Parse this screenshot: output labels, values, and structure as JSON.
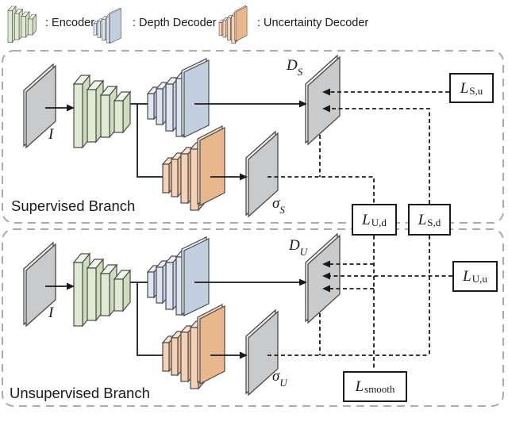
{
  "legend": {
    "items": [
      {
        "icon": "encoder-stack-icon",
        "label": ": Encoder"
      },
      {
        "icon": "depth-decoder-stack-icon",
        "label": ": Depth Decoder"
      },
      {
        "icon": "uncertainty-decoder-stack-icon",
        "label": ": Uncertainty Decoder"
      }
    ]
  },
  "branches": {
    "supervised": {
      "label": "Supervised Branch"
    },
    "unsupervised": {
      "label": "Unsupervised Branch"
    }
  },
  "nodes": {
    "input_supervised": {
      "main": "I",
      "sub": ""
    },
    "input_unsupervised": {
      "main": "I",
      "sub": ""
    },
    "depth_supervised": {
      "main": "D",
      "sub": "S"
    },
    "sigma_supervised": {
      "main": "σ",
      "sub": "S"
    },
    "depth_unsupervised": {
      "main": "D",
      "sub": "U"
    },
    "sigma_unsupervised": {
      "main": "σ",
      "sub": "U"
    }
  },
  "losses": {
    "l_su": {
      "main": "L",
      "sub": "S,u"
    },
    "l_ud": {
      "main": "L",
      "sub": "U,d"
    },
    "l_sd": {
      "main": "L",
      "sub": "S,d"
    },
    "l_uu": {
      "main": "L",
      "sub": "U,u"
    },
    "l_smooth": {
      "main": "L",
      "sub": "smooth"
    }
  },
  "colors": {
    "encoder_front": "#dfead3",
    "encoder_top": "#f1f6e8",
    "encoder_side": "#cdddbb",
    "depth_front": "#dde6f2",
    "depth_top": "#eef2f8",
    "depth_side": "#c7d3e5",
    "depth_sheet": "#c3cedf",
    "depth_sheet_edge": "#eaeff7",
    "uncertainty_front": "#f5d1b5",
    "uncertainty_top": "#fae3d0",
    "uncertainty_side": "#eaba94",
    "uncertainty_sheet": "#e8b78e",
    "uncertainty_sheet_edge": "#f7d8be",
    "plane_gray": "#c9cacc",
    "plane_edge": "#f2f2f2",
    "stroke_dark": "#4a4a4a",
    "wire": "#1a1a1a",
    "branch_outline": "#aaaaaa",
    "loss_box_bg": "#ffffff",
    "loss_box_border": "#1a1a1a",
    "text": "#1a1a1a"
  }
}
